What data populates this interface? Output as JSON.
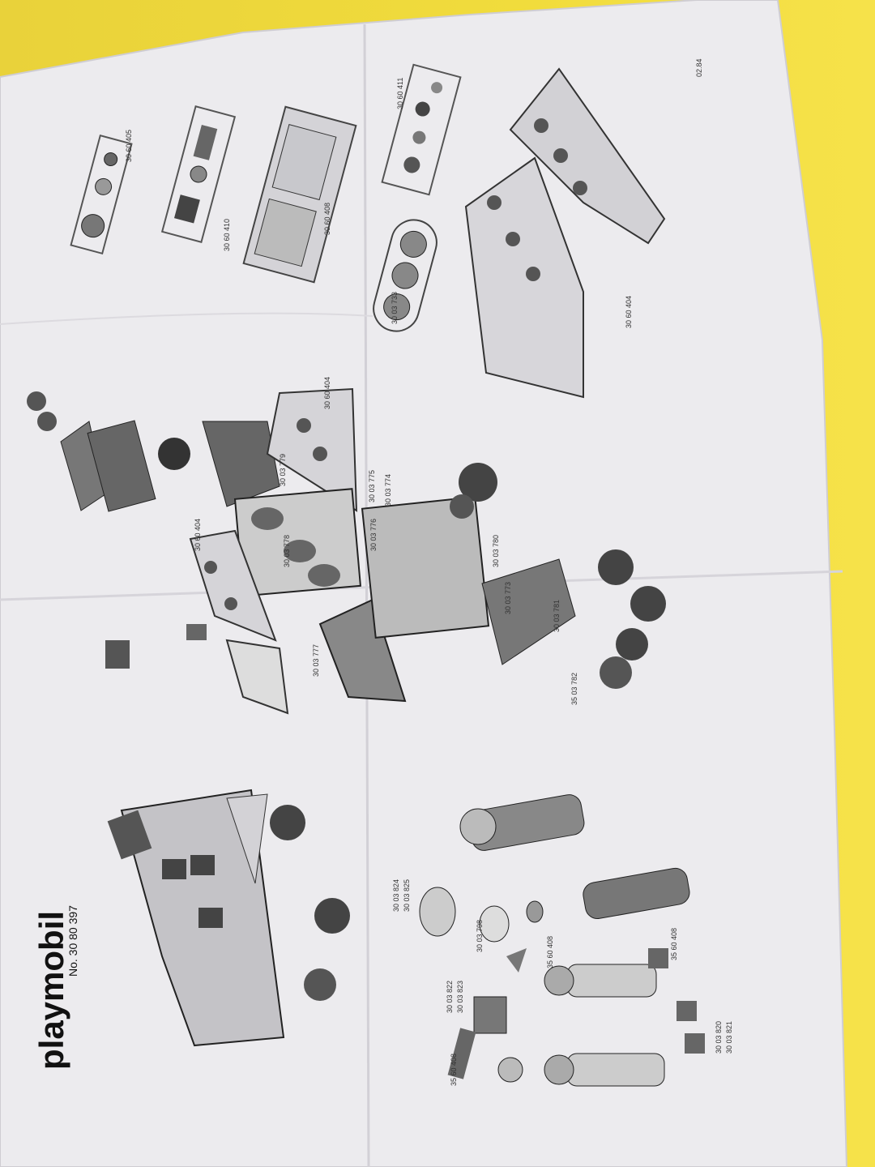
{
  "brand": "playmobil",
  "product_number": "No. 30 80 397",
  "date_code": "02.84",
  "part_numbers": {
    "p_3060405": "30 60 405",
    "p_3060410": "30 60 410",
    "p_3060408": "30 60 408",
    "p_3060411": "30 60 411",
    "p_3003733": "30 03 733",
    "p_3060404_a": "30 60 404",
    "p_3060404_b": "30 60 404",
    "p_3060404_c": "30 60 404",
    "p_3003779": "30 03 779",
    "p_3003778": "30 03 778",
    "p_3003775": "30 03 775",
    "p_3003774": "30 03 774",
    "p_3003776": "30 03 776",
    "p_3003780": "30 03 780",
    "p_3003773": "30 03 773",
    "p_3003781": "30 03 781",
    "p_3003777": "30 03 777",
    "p_3003782": "35 03 782",
    "p_3003824": "30 03 824",
    "p_3003825": "30 03 825",
    "p_3003798": "30 03 798",
    "p_3003822": "30 03 822",
    "p_3003823": "30 03 823",
    "p_3560408_a": "35 60 408",
    "p_3560408_b": "35 60 408",
    "p_3560408_c": "35 60 408",
    "p_3003820": "30 03 820",
    "p_3003821": "30 03 821"
  }
}
